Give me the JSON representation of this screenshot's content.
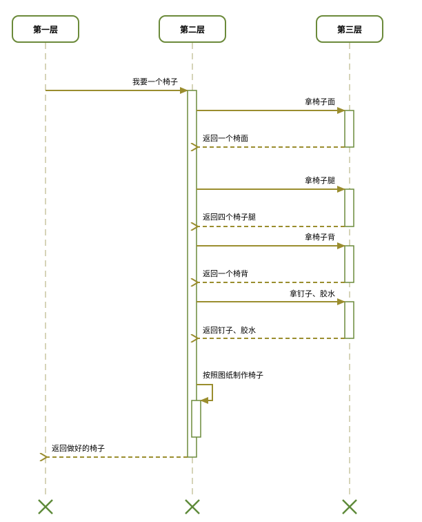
{
  "colors": {
    "box_stroke": "#6b8a3a",
    "lifeline": "#d6d4b8",
    "arrow": "#9a8d2e",
    "activation_stroke": "#6b8a3a",
    "destroy": "#5e8a3a"
  },
  "participants": [
    {
      "id": "p1",
      "label": "第一层"
    },
    {
      "id": "p2",
      "label": "第二层"
    },
    {
      "id": "p3",
      "label": "第三层"
    }
  ],
  "messages": [
    {
      "label": "我要一个椅子",
      "from": "p1",
      "to": "p2",
      "style": "solid"
    },
    {
      "label": "拿椅子面",
      "from": "p2",
      "to": "p3",
      "style": "solid"
    },
    {
      "label": "返回一个椅面",
      "from": "p3",
      "to": "p2",
      "style": "dashed"
    },
    {
      "label": "拿椅子腿",
      "from": "p2",
      "to": "p3",
      "style": "solid"
    },
    {
      "label": "返回四个椅子腿",
      "from": "p3",
      "to": "p2",
      "style": "dashed"
    },
    {
      "label": "拿椅子背",
      "from": "p2",
      "to": "p3",
      "style": "solid"
    },
    {
      "label": "返回一个椅背",
      "from": "p3",
      "to": "p2",
      "style": "dashed"
    },
    {
      "label": "拿钉子、胶水",
      "from": "p2",
      "to": "p3",
      "style": "solid"
    },
    {
      "label": "返回钉子、胶水",
      "from": "p3",
      "to": "p2",
      "style": "dashed"
    },
    {
      "label": "按照图纸制作椅子",
      "from": "p2",
      "to": "p2",
      "style": "self"
    },
    {
      "label": "返回做好的椅子",
      "from": "p2",
      "to": "p1",
      "style": "dashed"
    }
  ]
}
